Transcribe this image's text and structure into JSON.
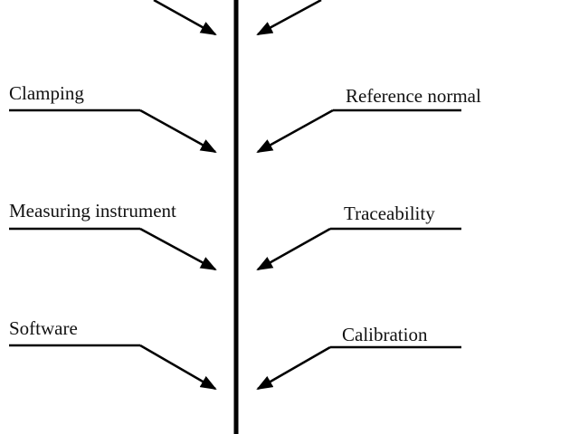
{
  "diagram": {
    "left_causes": [
      {
        "label": "Clamping"
      },
      {
        "label": "Measuring instrument"
      },
      {
        "label": "Software"
      }
    ],
    "right_causes": [
      {
        "label": "Reference normal"
      },
      {
        "label": "Traceability"
      },
      {
        "label": "Calibration"
      }
    ],
    "colors": {
      "stroke": "#000000",
      "text": "#111111",
      "background": "#ffffff"
    }
  }
}
